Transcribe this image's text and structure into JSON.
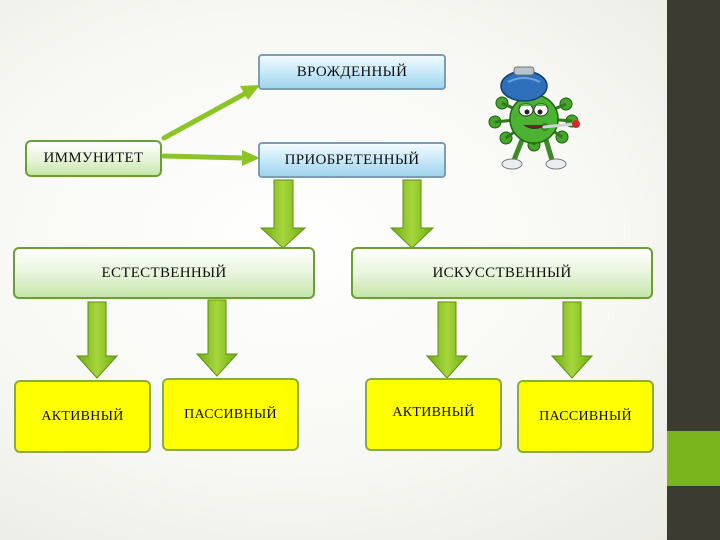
{
  "diagram": {
    "root": "ИММУНИТЕТ",
    "innate": "ВРОЖДЕННЫЙ",
    "acquired": "ПРИОБРЕТЕННЫЙ",
    "natural": "ЕСТЕСТВЕННЫЙ",
    "artificial": "ИСКУССТВЕННЫЙ",
    "natural_active": "АКТИВНЫЙ",
    "natural_passive": "ПАССИВНЫЙ",
    "artificial_active": "АКТИВНЫЙ",
    "artificial_passive": "ПАССИВНЫЙ"
  },
  "colors": {
    "arrow": "#8bc424",
    "arrow_stroke": "#5e8f14",
    "leaf_fill": "#ffff00",
    "sidebar": "#3b3b31",
    "sidebar_accent": "#7ab51d"
  },
  "icons": [
    "sick-virus-icon"
  ]
}
